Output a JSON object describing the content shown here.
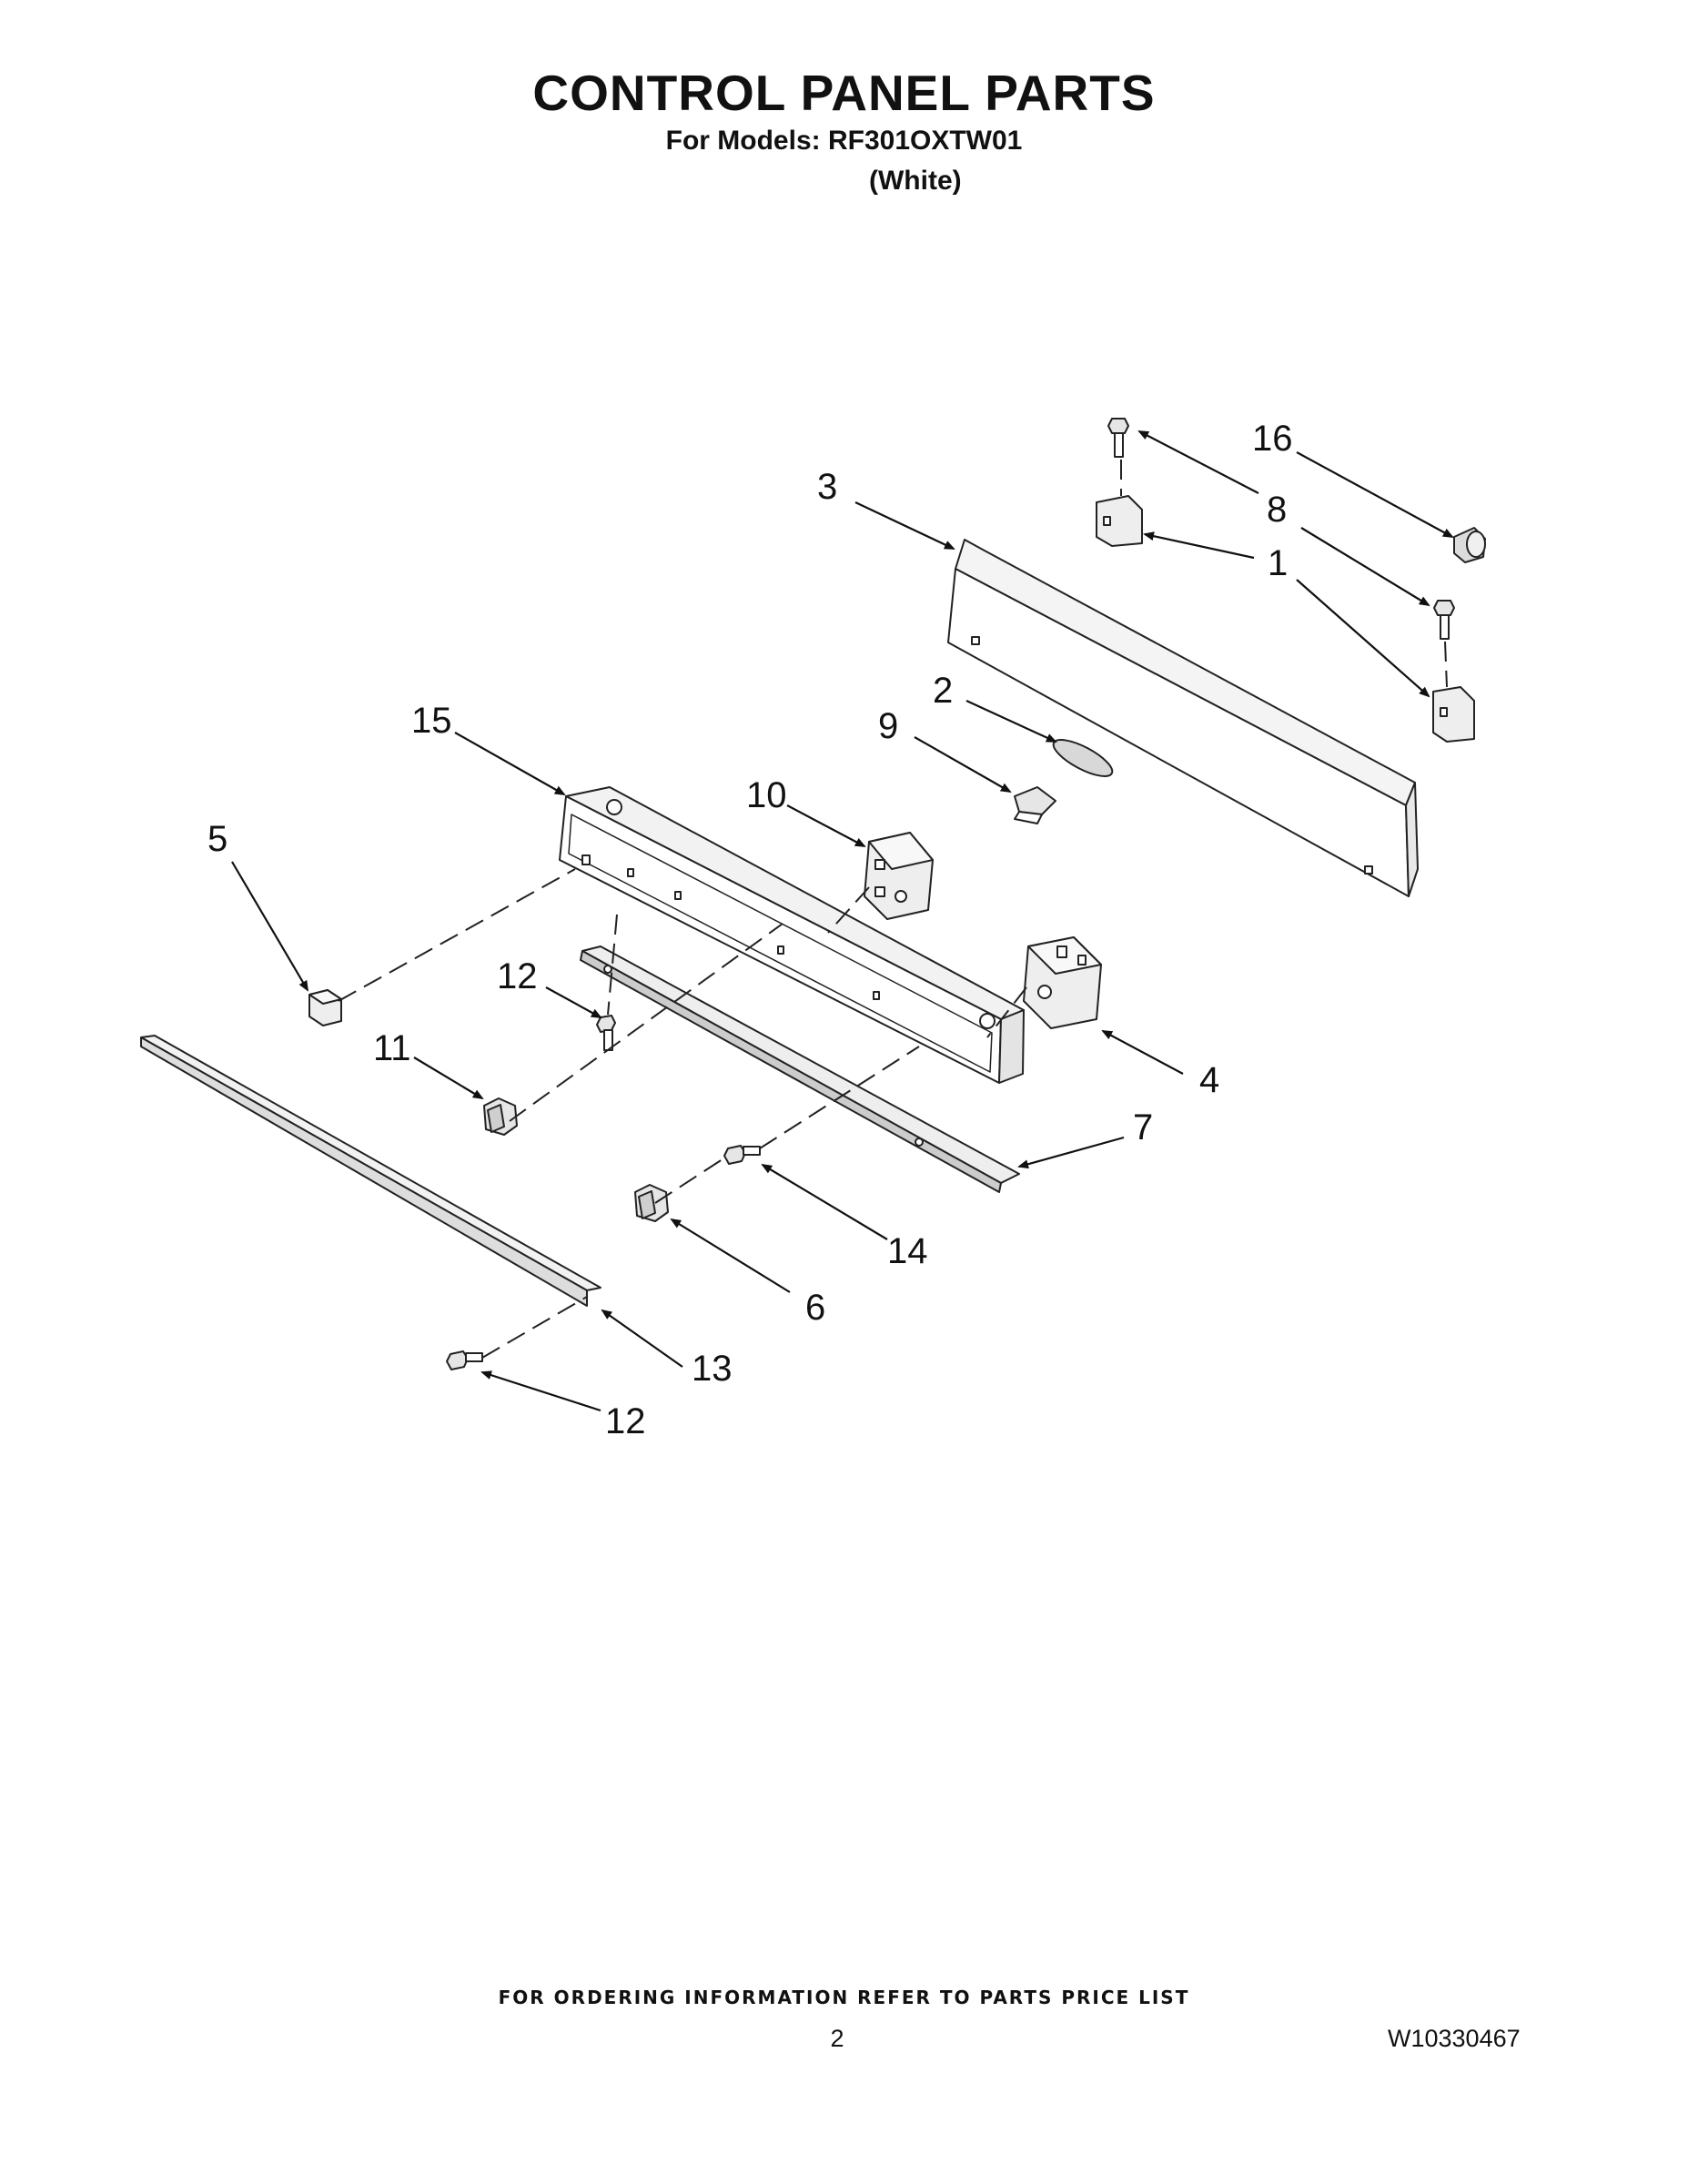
{
  "header": {
    "title": "CONTROL PANEL PARTS",
    "models_line": "For Models: RF301OXTW01",
    "color_line": "(White)"
  },
  "diagram": {
    "callouts": [
      {
        "id": "16",
        "label": "16"
      },
      {
        "id": "3",
        "label": "3"
      },
      {
        "id": "8",
        "label": "8"
      },
      {
        "id": "1",
        "label": "1"
      },
      {
        "id": "2",
        "label": "2"
      },
      {
        "id": "9",
        "label": "9"
      },
      {
        "id": "15",
        "label": "15"
      },
      {
        "id": "10",
        "label": "10"
      },
      {
        "id": "5",
        "label": "5"
      },
      {
        "id": "12a",
        "label": "12"
      },
      {
        "id": "11",
        "label": "11"
      },
      {
        "id": "4",
        "label": "4"
      },
      {
        "id": "7",
        "label": "7"
      },
      {
        "id": "14",
        "label": "14"
      },
      {
        "id": "6",
        "label": "6"
      },
      {
        "id": "13",
        "label": "13"
      },
      {
        "id": "12b",
        "label": "12"
      }
    ]
  },
  "footer": {
    "ordering_note": "FOR ORDERING INFORMATION REFER TO PARTS PRICE LIST",
    "page_number": "2",
    "document_number": "W10330467"
  }
}
